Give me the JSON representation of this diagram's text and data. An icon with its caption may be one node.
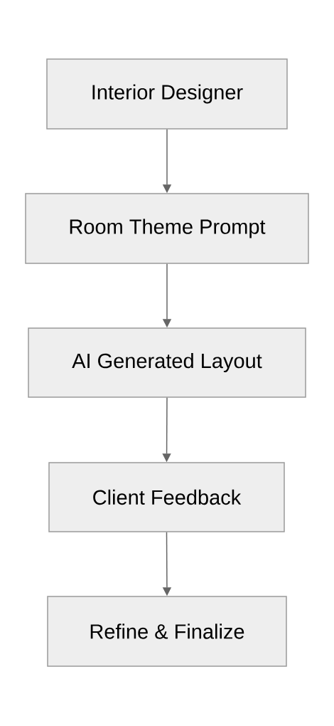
{
  "diagram": {
    "nodes": [
      {
        "text": [
          "Interior Designer"
        ]
      },
      {
        "text": [
          "Room Theme Prompt"
        ]
      },
      {
        "text": [
          "AI Generated Layout"
        ]
      },
      {
        "text": [
          "Client Feedback"
        ]
      },
      {
        "text": [
          "Refine & Finalize"
        ]
      }
    ],
    "edges": [
      {
        "from": 0,
        "to": 1,
        "arrow": "to"
      },
      {
        "from": 1,
        "to": 2,
        "arrow": "to"
      },
      {
        "from": 2,
        "to": 3,
        "arrow": "to"
      },
      {
        "from": 3,
        "to": 4,
        "arrow": "to"
      }
    ]
  }
}
